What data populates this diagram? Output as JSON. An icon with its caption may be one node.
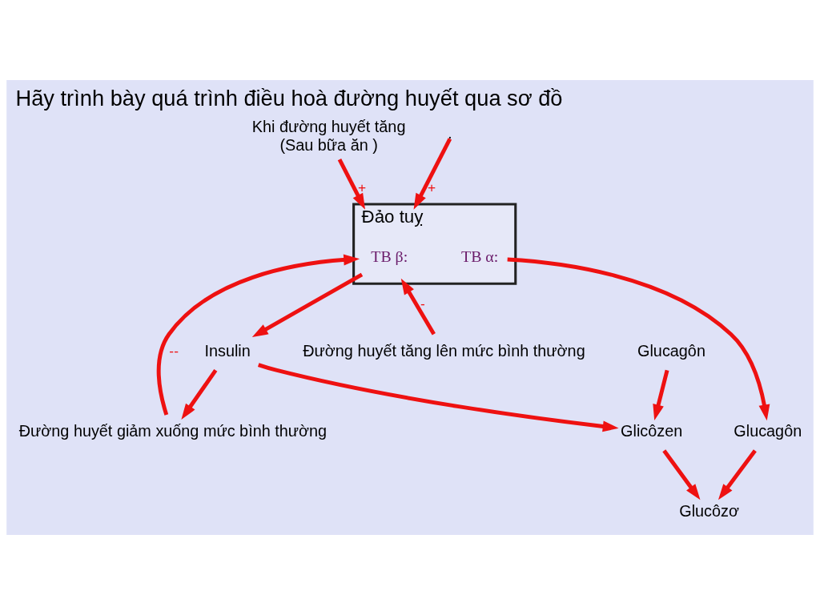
{
  "diagram": {
    "title": "Hãy trình bày quá trình điều hoà đường huyết qua sơ đồ",
    "nodes": [
      {
        "text": [
          "Khi đường huyết tăng",
          "(Sau bữa ăn )"
        ]
      },
      {
        "text": [
          "Đảo tuỵ"
        ]
      },
      {
        "text": [
          "TB β:"
        ],
        "in": 1
      },
      {
        "text": [
          "TB α:"
        ],
        "in": 1
      },
      {
        "text": [
          "Insulin"
        ]
      },
      {
        "text": [
          "Glucagôn"
        ]
      },
      {
        "text": [
          "Glucagôn"
        ]
      },
      {
        "text": [
          "Glicôzen"
        ]
      },
      {
        "text": [
          "Glucôzơ"
        ]
      },
      {
        "text": [
          "Đường huyết giảm xuống mức bình thường"
        ]
      },
      {
        "text": [
          "Đường huyết tăng lên mức bình thường"
        ]
      }
    ],
    "edges": [
      {
        "from": 0,
        "to": 1,
        "arrow": "to",
        "label": "+"
      },
      {
        "from": null,
        "to": 1,
        "arrow": "to",
        "label": "+"
      },
      {
        "from": 9,
        "to": 1,
        "arrow": "to",
        "label": "--"
      },
      {
        "from": 10,
        "to": 1,
        "arrow": "to",
        "label": "-"
      },
      {
        "from": 2,
        "to": 4,
        "arrow": "to"
      },
      {
        "from": 3,
        "to": 5,
        "arrow": "to"
      },
      {
        "from": 4,
        "to": 7,
        "arrow": "to"
      },
      {
        "from": 6,
        "to": 7,
        "arrow": "to"
      },
      {
        "from": 4,
        "to": 9,
        "arrow": "to"
      },
      {
        "from": 5,
        "to": 8,
        "arrow": "to"
      },
      {
        "from": 7,
        "to": 8,
        "arrow": "to"
      }
    ]
  }
}
